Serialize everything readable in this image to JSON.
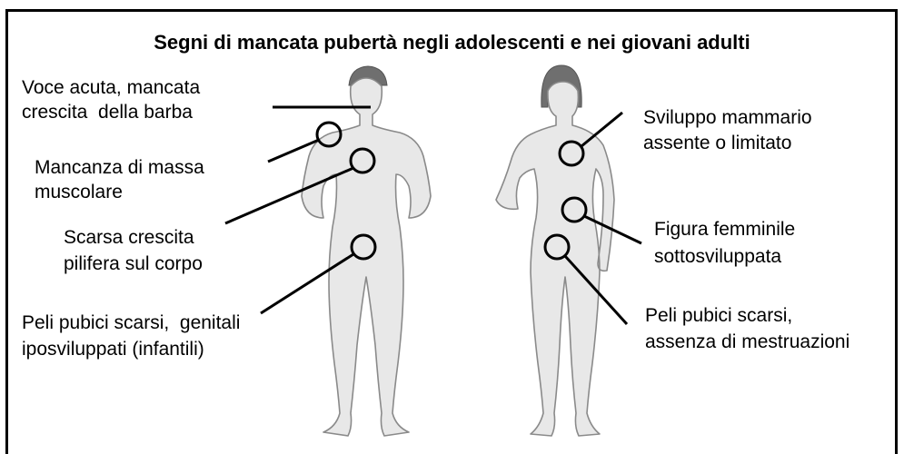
{
  "title": "Segni di mancata pubertà negli adolescenti e nei giovani adulti",
  "male": {
    "labels": [
      {
        "id": "voice",
        "lines": [
          "Voce acuta, mancata",
          "crescita  della barba"
        ]
      },
      {
        "id": "muscle",
        "lines": [
          "Mancanza di massa",
          "muscolare"
        ]
      },
      {
        "id": "hair",
        "lines": [
          "Scarsa crescita",
          "pilifera sul corpo"
        ]
      },
      {
        "id": "pubic",
        "lines": [
          "Peli pubici scarsi,  genitali",
          "iposviluppati (infantili)"
        ]
      }
    ]
  },
  "female": {
    "labels": [
      {
        "id": "breast",
        "lines": [
          "Sviluppo mammario",
          "assente o limitato"
        ]
      },
      {
        "id": "figure",
        "lines": [
          "Figura femminile",
          "sottosviluppata"
        ]
      },
      {
        "id": "pubic",
        "lines": [
          "Peli pubici scarsi,",
          "assenza di mestruazioni"
        ]
      }
    ]
  },
  "colors": {
    "body": "#e8e8e8",
    "outline": "#8a8a8a",
    "hair": "#6f6f6f",
    "line": "#000000"
  }
}
